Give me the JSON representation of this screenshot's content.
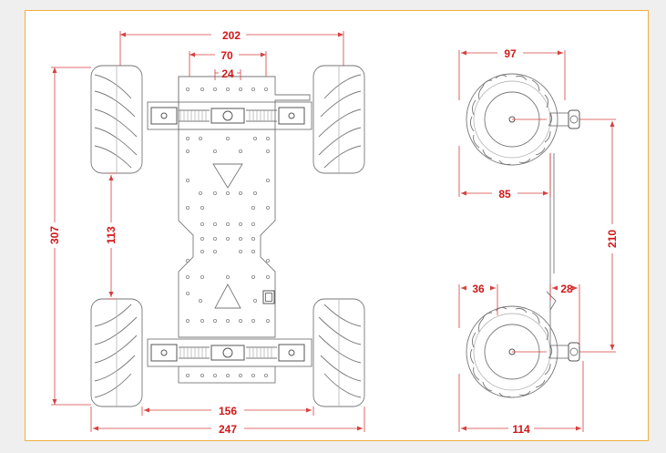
{
  "colors": {
    "frame_border": "#f0b040",
    "dimension": "#d01818",
    "outline": "#777777",
    "background": "#efefef"
  },
  "top_view": {
    "dim_202": "202",
    "dim_70": "70",
    "dim_24": "24",
    "dim_307": "307",
    "dim_113": "113",
    "dim_156": "156",
    "dim_247": "247"
  },
  "side_view": {
    "dim_97": "97",
    "dim_85": "85",
    "dim_210": "210",
    "dim_36": "36",
    "dim_28": "28",
    "dim_114": "114"
  }
}
